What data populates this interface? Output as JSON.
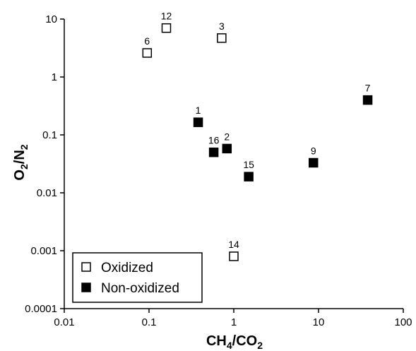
{
  "chart_data": {
    "type": "scatter",
    "xscale": "log",
    "yscale": "log",
    "xlim": [
      0.01,
      100
    ],
    "ylim": [
      0.0001,
      10
    ],
    "xticks": [
      "0.01",
      "0.1",
      "1",
      "10",
      "100"
    ],
    "yticks": [
      "0.0001",
      "0.001",
      "0.01",
      "0.1",
      "1",
      "10"
    ],
    "xlabel": "CH4/CO2",
    "ylabel": "O2/N2",
    "grid": false,
    "legend_position": "bottom-left",
    "series": [
      {
        "name": "Oxidized",
        "marker": "open-square",
        "color": "#000000",
        "points": [
          {
            "label": "12",
            "x": 0.16,
            "y": 7.0
          },
          {
            "label": "3",
            "x": 0.72,
            "y": 4.7
          },
          {
            "label": "6",
            "x": 0.095,
            "y": 2.6
          },
          {
            "label": "14",
            "x": 1.0,
            "y": 0.0008
          }
        ]
      },
      {
        "name": "Non-oxidized",
        "marker": "filled-square",
        "color": "#000000",
        "points": [
          {
            "label": "7",
            "x": 38,
            "y": 0.4
          },
          {
            "label": "1",
            "x": 0.38,
            "y": 0.165
          },
          {
            "label": "2",
            "x": 0.83,
            "y": 0.058
          },
          {
            "label": "16",
            "x": 0.58,
            "y": 0.05
          },
          {
            "label": "9",
            "x": 8.7,
            "y": 0.033
          },
          {
            "label": "15",
            "x": 1.5,
            "y": 0.019
          }
        ]
      }
    ]
  }
}
